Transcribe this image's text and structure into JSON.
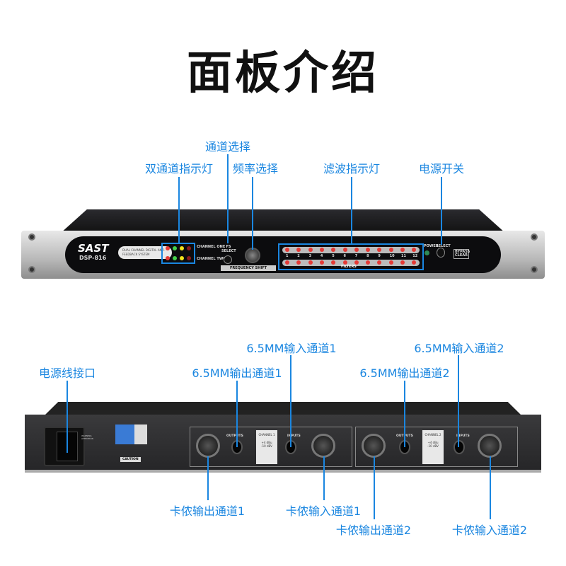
{
  "title": "面板介绍",
  "front_callouts": {
    "channel_select": "通道选择",
    "dual_channel_indicator": "双通道指示灯",
    "frequency_select": "频率选择",
    "filter_indicator": "滤波指示灯",
    "power_switch": "电源开关"
  },
  "rear_callouts": {
    "power_socket": "电源线接口",
    "out_65_ch1": "6.5MM输出通道1",
    "in_65_ch1": "6.5MM输入通道1",
    "out_65_ch2": "6.5MM输出通道2",
    "in_65_ch2": "6.5MM输入通道2",
    "xlr_out_ch1": "卡侬输出通道1",
    "xlr_in_ch1": "卡侬输入通道1",
    "xlr_out_ch2": "卡侬输出通道2",
    "xlr_in_ch2": "卡侬输入通道2"
  },
  "device": {
    "brand": "SAST",
    "model": "DSP-816",
    "badge": "DUAL CHANNEL DIGITAL ANTI-FEEDBACK SYSTEM",
    "channel_one": "CHANNEL ONE",
    "channel_two": "CHANNEL TWO",
    "fs_select": "FS SELECT",
    "frequency_shift": "FREQUENCY SHIFT",
    "filters": "FILTERS",
    "filter_numbers": [
      "1",
      "2",
      "3",
      "4",
      "5",
      "6",
      "7",
      "8",
      "9",
      "10",
      "11",
      "12"
    ],
    "power": "POWER",
    "select": "SELECT",
    "bypass_clear": "BYPASS CLEAR",
    "indicator_colors": [
      "#e53935",
      "#43d14b",
      "#f2e21a",
      "#8b1a1a"
    ],
    "filter_led_color": "#e53935",
    "rear": {
      "outputs": "OUTPUTS",
      "inputs": "INPUTS",
      "channel1": "CHANNEL 1",
      "channel2": "CHANNEL 2",
      "level_a": "+4 dBu",
      "level_b": "-10 dBV",
      "warning": "WARNING",
      "attention": "ATTENTION",
      "caution": "CAUTION"
    }
  },
  "accent_color": "#1a86e0"
}
